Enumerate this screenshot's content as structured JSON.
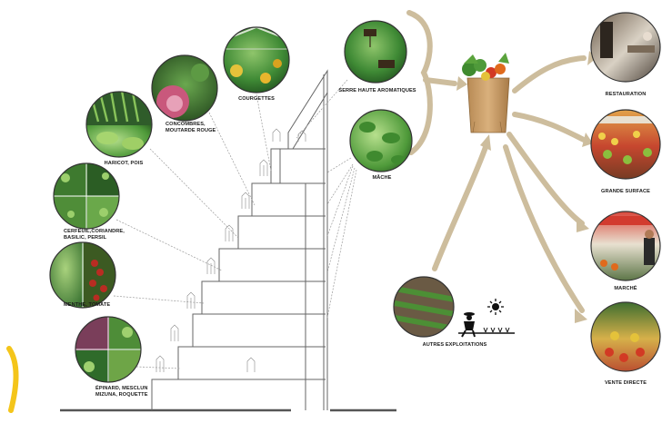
{
  "crops": {
    "courgettes": "COURGETTES",
    "concombres": [
      "CONCOMBRES,",
      "MOUTARDE ROUGE"
    ],
    "haricot": "HARICOT, POIS",
    "cerfeuil": [
      "CERFEUIL,CORIANDRE,",
      "BASILIC, PERSIL"
    ],
    "menthe": "MENTHE, TOMATE",
    "epinard": [
      "ÉPINARD, MESCLUN",
      "MIZUNA, ROQUETTE"
    ],
    "serre": "SERRE HAUTE AROMATIQUES",
    "mache": "MÂCHE"
  },
  "sources": {
    "autres": "AUTRES EXPLOITATIONS"
  },
  "outlets": {
    "restauration": "RESTAURATION",
    "grande_surface": "GRANDE SURFACE",
    "marche": "MARCHÉ",
    "vente_directe": "VENTE DIRECTE"
  },
  "colors": {
    "arrow": "#cdbd9d",
    "bag": "#c9a06a",
    "line": "#555555",
    "dashed": "#9a9a9a",
    "leaf": "#3e7a2f",
    "accent": "#f4c51a"
  },
  "icons": [
    "shopping-bag-icon",
    "farmer-icon",
    "sun-icon",
    "sprout-row-icon"
  ]
}
